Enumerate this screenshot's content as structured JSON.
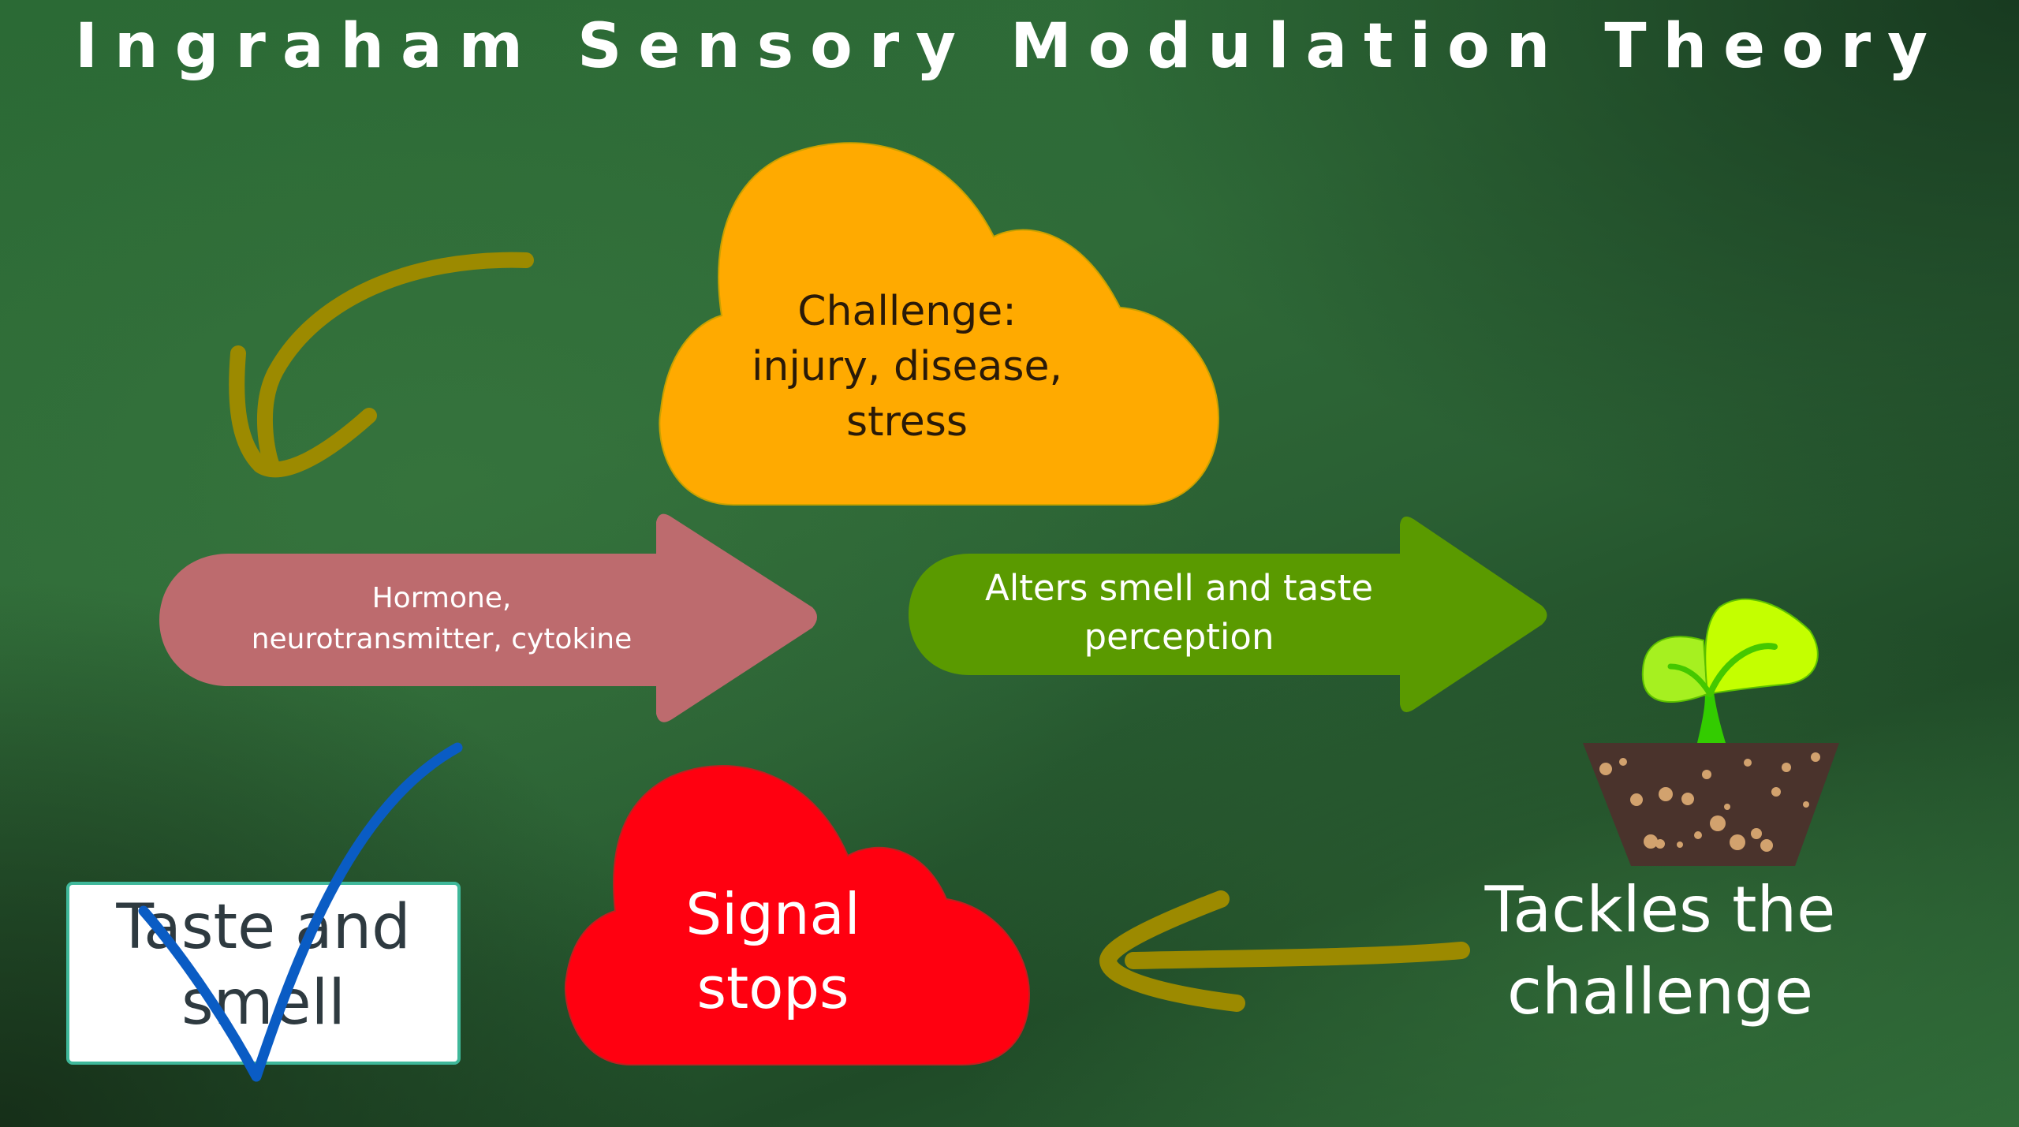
{
  "title": "Ingraham Sensory Modulation Theory",
  "nodes": {
    "challenge": {
      "label": "Challenge:\ninjury, disease,\nstress",
      "shape": "cloud",
      "color": "#FFAA00",
      "text_color": "#2A1A08"
    },
    "hormone": {
      "label": "Hormone,\nneurotransmitter, cytokine",
      "shape": "arrow-right",
      "color": "#BD6B6E",
      "text_color": "#FFFFFF"
    },
    "alters": {
      "label": "Alters smell and taste\nperception",
      "shape": "arrow-right",
      "color": "#5A9A00",
      "text_color": "#FFFFFF"
    },
    "tackles": {
      "label": "Tackles the\nchallenge",
      "icon": "seedling-pot-icon",
      "text_color": "#FFFFFF"
    },
    "signal_stops": {
      "label": "Signal\nstops",
      "shape": "cloud",
      "color": "#FF0010",
      "text_color": "#FFFFFF"
    },
    "taste_smell": {
      "label": "Taste and\nsmell",
      "shape": "rounded-box",
      "color": "#FFFFFF",
      "border_color": "#3FB89A",
      "text_color": "#2E3A40",
      "annotation": "checkmark",
      "annotation_color": "#0A5CC4"
    }
  },
  "connectors": [
    {
      "from": "challenge",
      "to": "hormone",
      "style": "hand-drawn curved arrow",
      "color": "#9C8A00"
    },
    {
      "from": "tackles",
      "to": "signal_stops",
      "style": "hand-drawn arrow",
      "color": "#9C8A00"
    }
  ],
  "colors": {
    "background": "#2D6A37",
    "title": "#FFFFFF"
  }
}
